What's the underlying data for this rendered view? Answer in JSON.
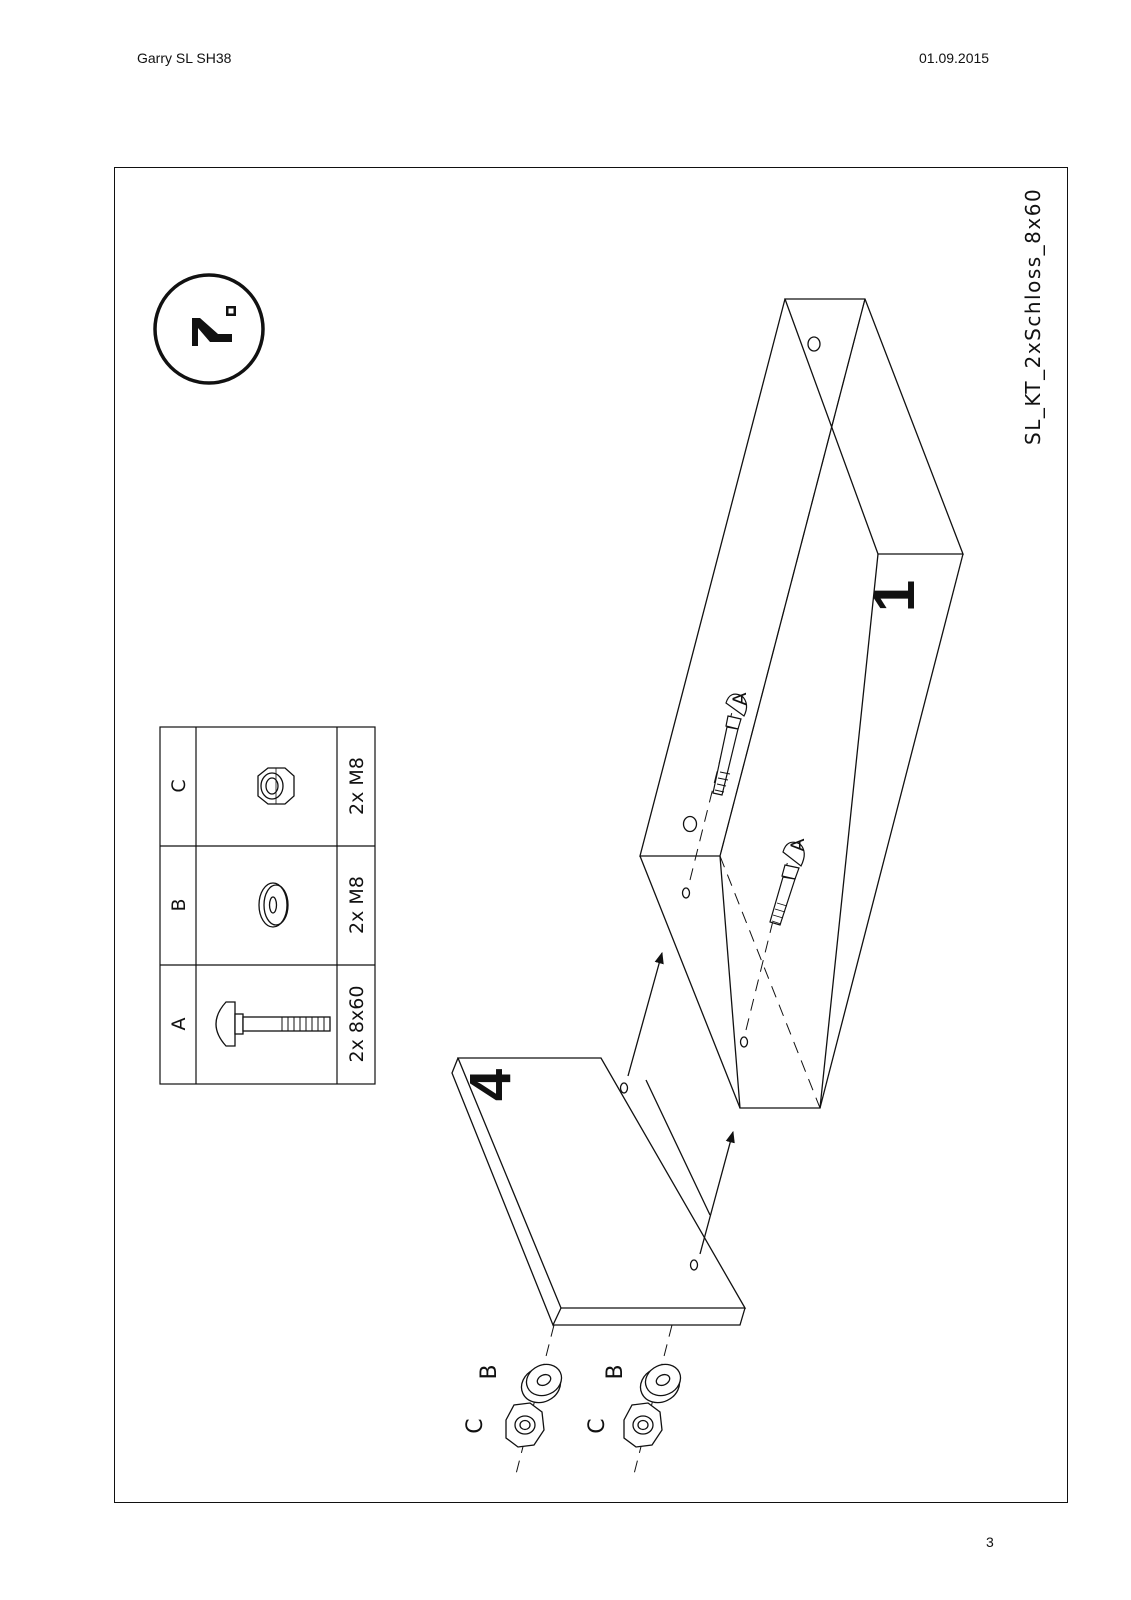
{
  "header": {
    "left": "Garry SL SH38",
    "right": "01.09.2015"
  },
  "footer": {
    "page_number": "3"
  },
  "drawing": {
    "code": "SL_KT_2xSchloss_8x60",
    "parts_table": [
      {
        "letter": "A",
        "qty": "2x 8x60",
        "icon": "carriage-bolt-icon"
      },
      {
        "letter": "B",
        "qty": "2x M8",
        "icon": "washer-icon"
      },
      {
        "letter": "C",
        "qty": "2x M8",
        "icon": "hex-nut-icon"
      }
    ],
    "part_numbers": {
      "beam": "1",
      "board": "4"
    },
    "callouts": {
      "bolt": "A",
      "washer": "B",
      "nut": "C"
    }
  }
}
